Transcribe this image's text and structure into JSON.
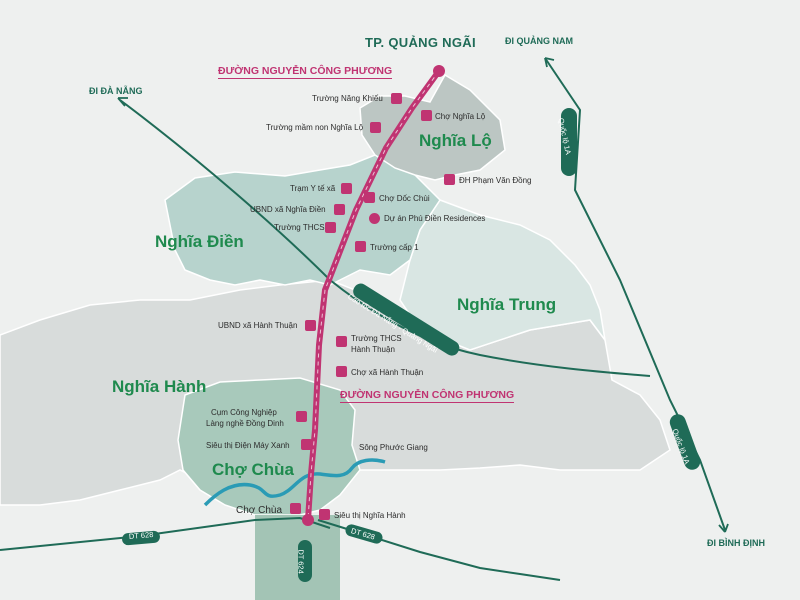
{
  "map": {
    "city": "TP. QUẢNG NGÃI",
    "road_title_top": "ĐƯỜNG NGUYỄN CÔNG PHƯƠNG",
    "road_title_mid": "ĐƯỜNG NGUYỄN CÔNG PHƯƠNG",
    "directions": {
      "da_nang": "ĐI ĐÀ NẴNG",
      "quang_nam": "ĐI QUẢNG NAM",
      "binh_dinh": "ĐI BÌNH ĐỊNH"
    },
    "areas": {
      "nghia_lo": "Nghĩa Lộ",
      "nghia_dien": "Nghĩa Điền",
      "nghia_trung": "Nghĩa Trung",
      "nghia_hanh": "Nghĩa Hành",
      "cho_chua": "Chợ Chùa"
    },
    "roads": {
      "highway": "Cao tốc Đà Nẵng - Quảng Ngãi",
      "ql1a_top": "Quốc lộ 1A",
      "ql1a_bottom": "Quốc lộ 1A",
      "dt628_left": "DT 628",
      "dt628_right": "DT 628",
      "dt624": "DT 624"
    },
    "river": "Sông Phước Giang",
    "pois": {
      "truong_nang_khieu": "Trường Năng Khiếu",
      "cho_nghia_lo": "Chợ Nghĩa Lộ",
      "truong_mam_non": "Trường mầm non Nghĩa Lộ",
      "dh_pham_van_dong": "ĐH Phạm Văn Đồng",
      "tram_y_te": "Trạm Y tế xã",
      "cho_doc_chui": "Chợ Dốc Chùi",
      "ubnd_nghia_dien": "UBND xã Nghĩa Điền",
      "du_an": "Dự án Phú Điền Residences",
      "truong_thcs_1": "Trường THCS",
      "truong_cap_1": "Trường cấp 1",
      "ubnd_hanh_thuan": "UBND xã Hành Thuận",
      "truong_thcs_hanh_thuan_1": "Trường THCS",
      "truong_thcs_hanh_thuan_2": "Hành Thuận",
      "cho_hanh_thuan": "Chợ xã Hành Thuận",
      "cum_cn_1": "Cụm Công Nghiệp",
      "cum_cn_2": "Làng nghề Đồng Dinh",
      "sieu_thi_dmx": "Siêu thị Điện Máy Xanh",
      "cho_chua": "Chợ Chùa",
      "sieu_thi_nghia_hanh": "Siêu thị Nghĩa Hành"
    },
    "colors": {
      "main_road": "#c03472",
      "road_green": "#1f6b57",
      "river": "#2a9bb5",
      "area_label": "#1f8a4e"
    }
  }
}
